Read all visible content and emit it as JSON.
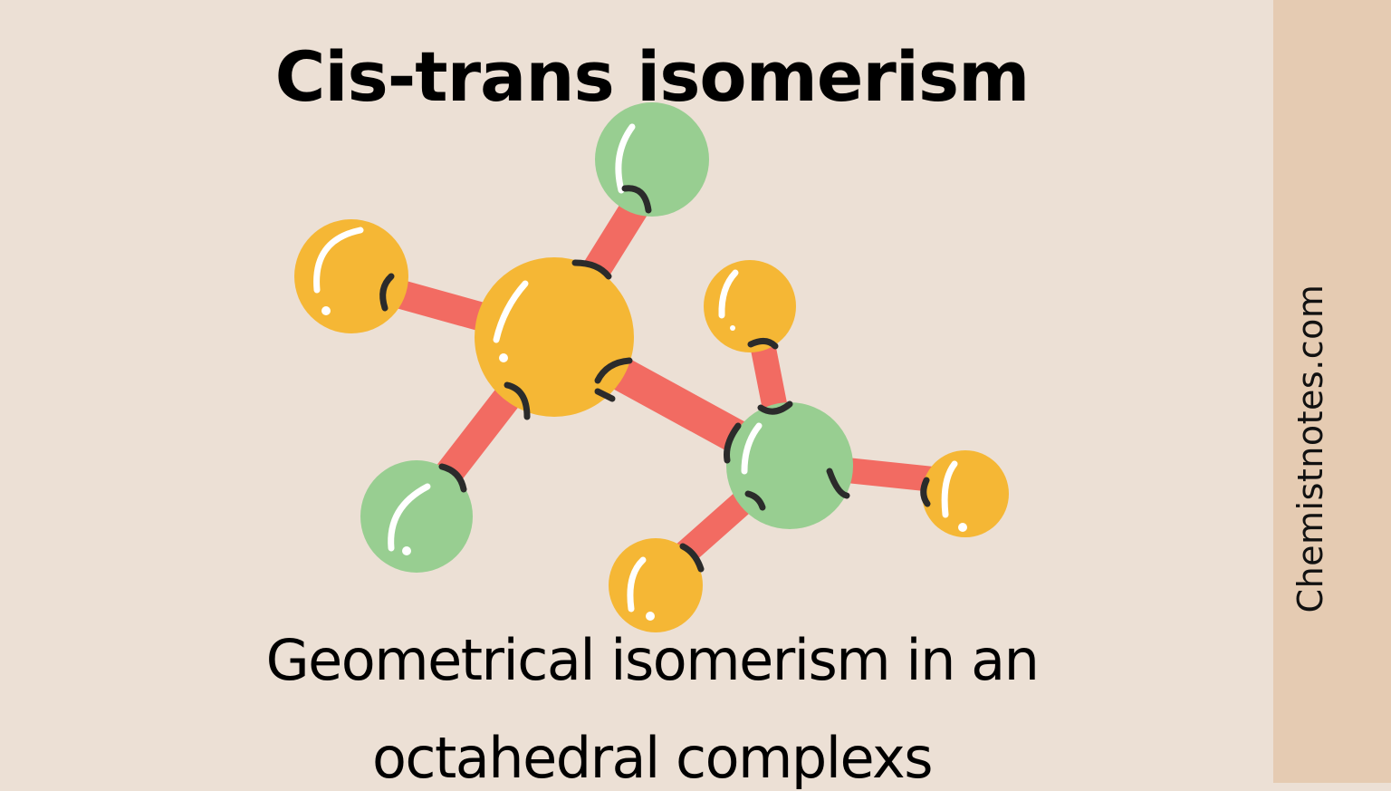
{
  "title": "Cis-trans isomerism",
  "subtitle": {
    "line1": "Geometrical isomerism in an",
    "line2": "octahedral complexs"
  },
  "sidebar": {
    "site_label": "Chemistnotes.com"
  },
  "colors": {
    "background": "#ece0d5",
    "sidebar": "#e5cbb2",
    "atom_yellow": "#f5b735",
    "atom_green": "#98ce91",
    "bond_red": "#f26b62",
    "outline": "#2b2b2b"
  },
  "molecule": {
    "icon": "molecule-illustration"
  }
}
